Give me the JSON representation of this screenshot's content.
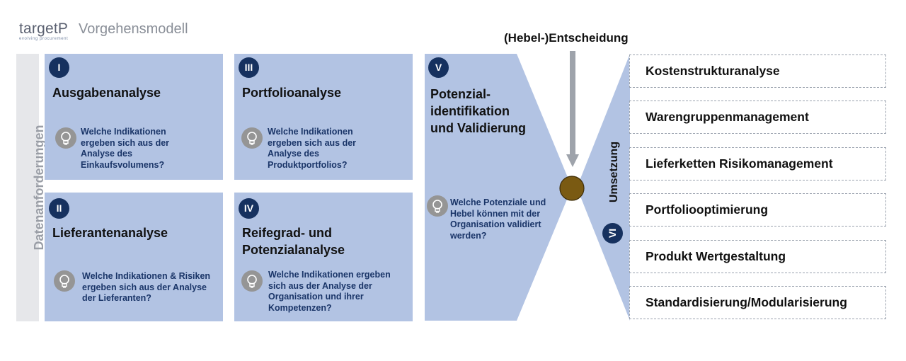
{
  "header": {
    "logo_text": "targetP",
    "logo_subtext": "evolving procurement",
    "title": "Vorgehensmodell"
  },
  "sidebar_label": "Datenanforderungen",
  "phases": [
    {
      "numeral": "I",
      "title": "Ausgabenanalyse",
      "question": "Welche Indikationen ergeben sich aus der Analyse des Einkaufsvolumens?"
    },
    {
      "numeral": "II",
      "title": "Lieferantenanalyse",
      "question": "Welche Indikationen & Risiken ergeben sich aus der Analyse der Lieferanten?"
    },
    {
      "numeral": "III",
      "title": "Portfolioanalyse",
      "question": "Welche Indikationen ergeben sich aus der Analyse des Produktportfolios?"
    },
    {
      "numeral": "IV",
      "title": "Reifegrad- und Potenzialanalyse",
      "question": "Welche Indikationen ergeben sich aus der Analyse der Organisation und ihrer Kompetenzen?"
    },
    {
      "numeral": "V",
      "title": "Potenzial-identifikation und Validierung",
      "question": "Welche Potenziale und Hebel können mit der Organisation validiert werden?"
    }
  ],
  "decision_label": "(Hebel-)Entscheidung",
  "implementation": {
    "numeral": "VI",
    "label": "Umsetzung",
    "items": [
      "Kostenstrukturanalyse",
      "Warengruppenmanagement",
      "Lieferketten Risikomanagement",
      "Portfoliooptimierung",
      "Produkt Wertgestaltung",
      "Standardisierung/Modularisierung"
    ]
  },
  "colors": {
    "box_fill": "#b2c3e3",
    "badge": "#16315f",
    "question_text": "#1a3568",
    "decision_dot": "#7a5a12",
    "arrow": "#9ea3ab"
  },
  "icons": {
    "question": "lightbulb-icon",
    "decision": "arrow-down-icon"
  }
}
